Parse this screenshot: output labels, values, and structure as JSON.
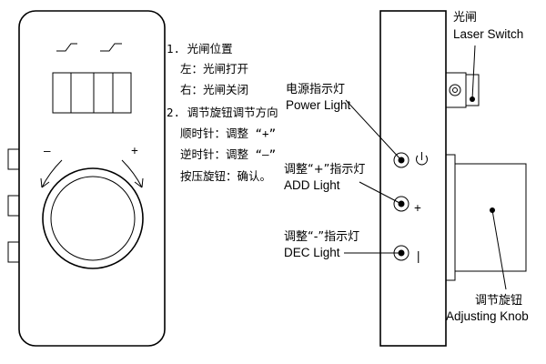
{
  "instructions": {
    "item1_title": "1. 光闸位置",
    "item1_left": "左：光闸打开",
    "item1_right": "右：光闸关闭",
    "item2_title": "2. 调节旋钮调节方向",
    "item2_cw": "顺时针：调整 “+”",
    "item2_ccw": "逆时针：调整 “–”",
    "item2_press": "按压旋钮：确认。"
  },
  "front_panel": {
    "minus_symbol": "–",
    "plus_symbol": "+"
  },
  "side_labels": {
    "laser_switch_cn": "光闸",
    "laser_switch_en": "Laser Switch",
    "power_light_cn": "电源指示灯",
    "power_light_en": "Power Light",
    "add_light_cn": "调整“+”指示灯",
    "add_light_en": "ADD Light",
    "dec_light_cn": "调整“-”指示灯",
    "dec_light_en": "DEC Light",
    "knob_cn": "调节旋钮",
    "knob_en": "Adjusting Knob"
  },
  "side_symbols": {
    "add_symbol": "+",
    "dec_symbol": "|"
  }
}
